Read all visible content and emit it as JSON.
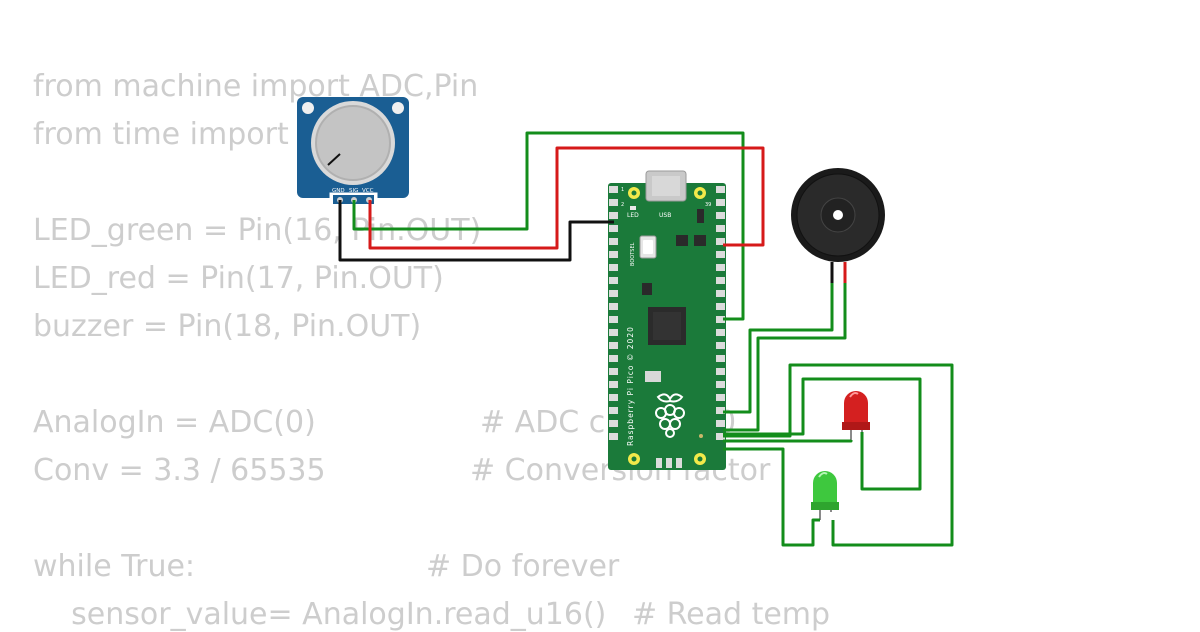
{
  "code": {
    "lines": [
      "from machine import ADC,Pin",
      "from time import sleep",
      "",
      "LED_green = Pin(16, Pin.OUT)",
      "LED_red = Pin(17, Pin.OUT)",
      "buzzer = Pin(18, Pin.OUT)",
      "",
      "AnalogIn = ADC(0)",
      "Conv = 3.3 / 65535",
      "",
      "while True:",
      "    sensor_value= AnalogIn.read_u16()"
    ],
    "comments": [
      "# ADC channel 0",
      "# Conversion factor",
      "# Do forever",
      "# Read temp"
    ]
  },
  "potentiometer": {
    "pin_gnd": "GND",
    "pin_sig": "SIG",
    "pin_vcc": "VCC"
  },
  "pico": {
    "label_led": "LED",
    "label_usb": "USB",
    "label_bootsel": "BOOTSEL",
    "label_board": "Raspberry Pi Pico © 2020",
    "pin1": "1",
    "pin2": "2",
    "pin39": "39"
  },
  "colors": {
    "board": "#1b7a3a",
    "wire_green": "#138d1b",
    "wire_red": "#d61a1a",
    "wire_black": "#111111",
    "pot_body": "#1a5e93",
    "code_text": "#cdcdcd"
  }
}
